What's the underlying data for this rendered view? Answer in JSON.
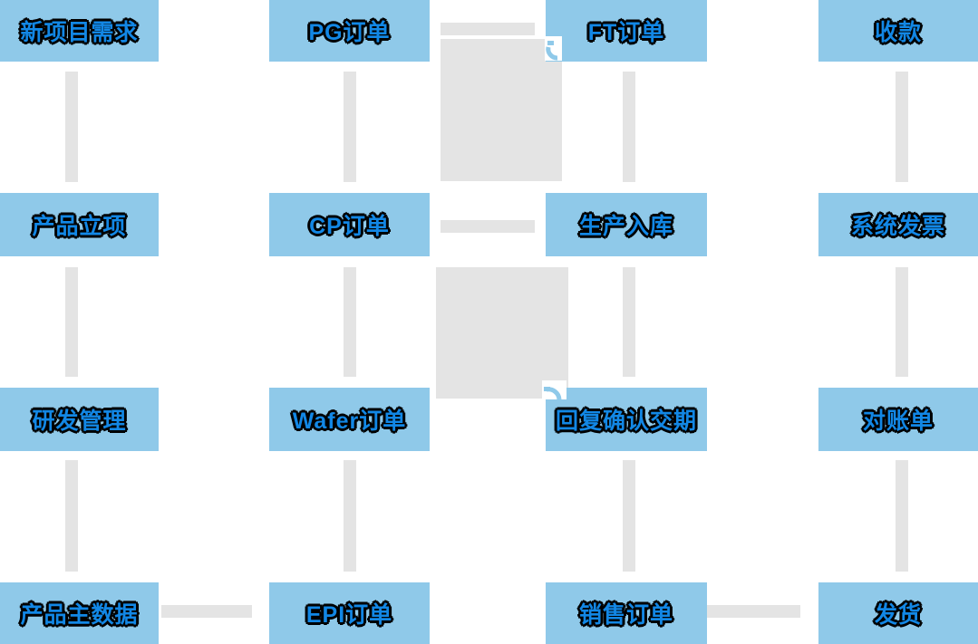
{
  "diagram": {
    "nodes": [
      {
        "id": "new-project-requirement",
        "label": "新项目需求",
        "row": 1,
        "col": 1
      },
      {
        "id": "product-initiation",
        "label": "产品立项",
        "row": 2,
        "col": 1
      },
      {
        "id": "rd-management",
        "label": "研发管理",
        "row": 3,
        "col": 1
      },
      {
        "id": "product-master-data",
        "label": "产品主数据",
        "row": 4,
        "col": 1
      },
      {
        "id": "pg-order",
        "label": "PG订单",
        "row": 1,
        "col": 2
      },
      {
        "id": "cp-order",
        "label": "CP订单",
        "row": 2,
        "col": 2
      },
      {
        "id": "wafer-order",
        "label": "Wafer订单",
        "row": 3,
        "col": 2
      },
      {
        "id": "epi-order",
        "label": "EPI订单",
        "row": 4,
        "col": 2
      },
      {
        "id": "ft-order",
        "label": "FT订单",
        "row": 1,
        "col": 3
      },
      {
        "id": "production-receipt",
        "label": "生产入库",
        "row": 2,
        "col": 3
      },
      {
        "id": "confirm-delivery-date",
        "label": "回复确认交期",
        "row": 3,
        "col": 3
      },
      {
        "id": "sales-order",
        "label": "销售订单",
        "row": 4,
        "col": 3
      },
      {
        "id": "payment-collection",
        "label": "收款",
        "row": 1,
        "col": 4
      },
      {
        "id": "system-invoice",
        "label": "系统发票",
        "row": 2,
        "col": 4
      },
      {
        "id": "statement",
        "label": "对账单",
        "row": 3,
        "col": 4
      },
      {
        "id": "shipment",
        "label": "发货",
        "row": 4,
        "col": 4
      }
    ],
    "connectors": {
      "vertical": [
        "col1:row1-row2",
        "col1:row2-row3",
        "col1:row3-row4",
        "col2:row1-row2",
        "col2:row2-row3",
        "col2:row3-row4",
        "col3:row1-row2",
        "col3:row2-row3",
        "col3:row3-row4",
        "col4:row1-row2",
        "col4:row2-row3",
        "col4:row3-row4"
      ],
      "horizontal": [
        "row1:col2-col3",
        "row2:col2-col3",
        "row4:col1-col2",
        "row4:col3-col4"
      ]
    },
    "decorations": [
      "gray-block-top",
      "gray-block-bottom",
      "cycle-arrow-hook-top",
      "cycle-arrow-hook-bottom"
    ],
    "colors": {
      "node_fill": "#8FC9E9",
      "node_text": "#1287E5",
      "text_halo": "#000000",
      "connector": "#E4E4E4",
      "background": "#FFFFFF"
    }
  }
}
